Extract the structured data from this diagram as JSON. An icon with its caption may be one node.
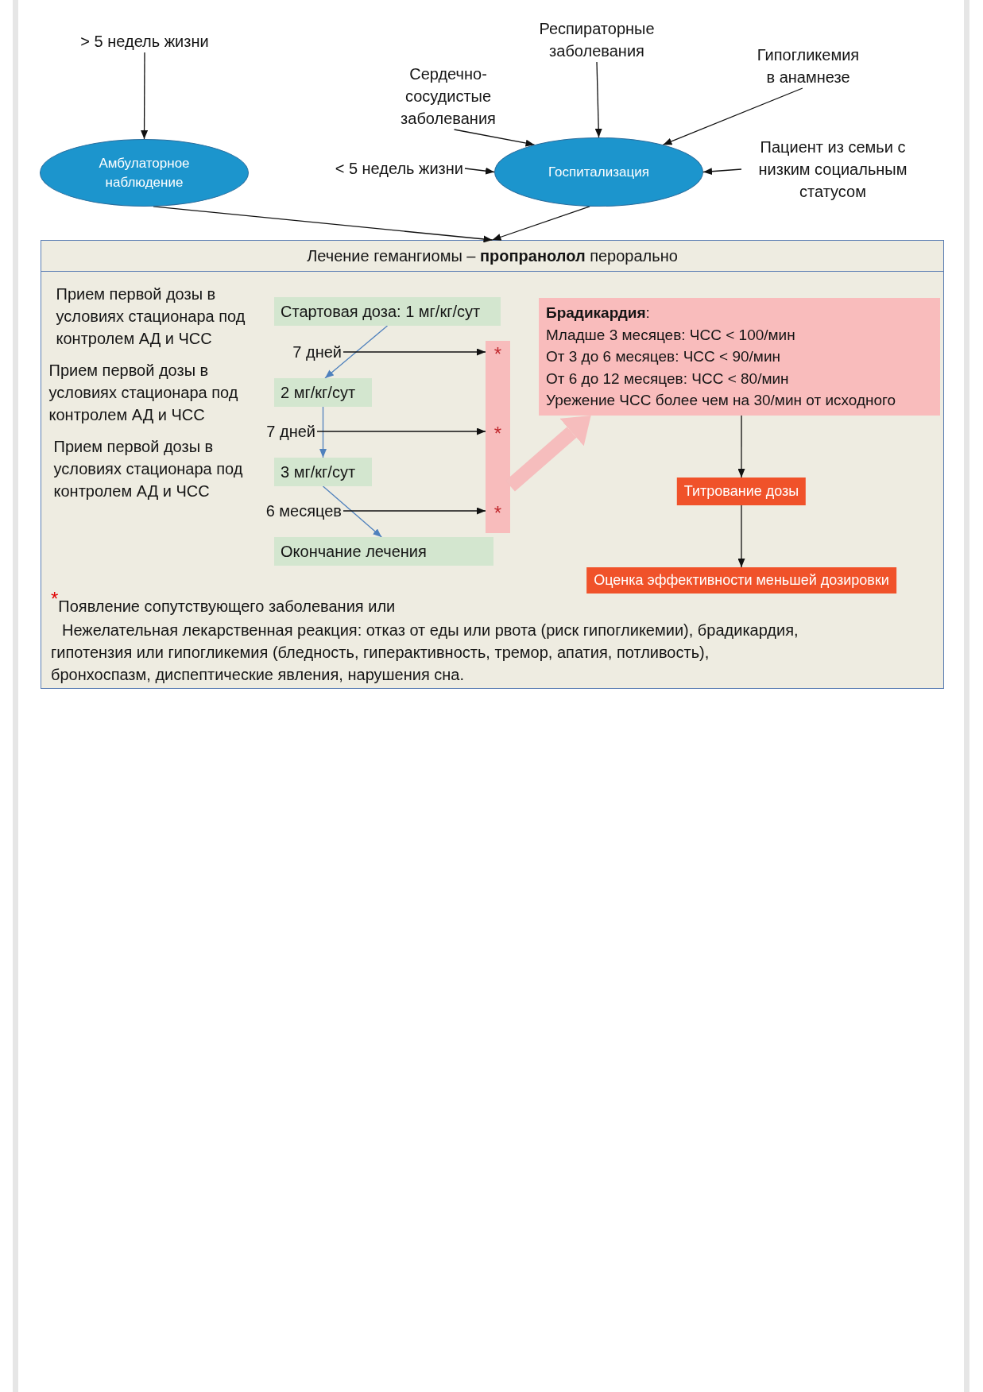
{
  "diagram": {
    "nodes": [
      {
        "text": [
          "> 5 недель жизни"
        ]
      },
      {
        "text": [
          "Респираторные заболевания"
        ]
      },
      {
        "text": [
          "Гипогликемия в анамнезе"
        ]
      },
      {
        "text": [
          "Сердечно-сосудистые заболевания"
        ]
      },
      {
        "text": [
          "Амбулаторное наблюдение"
        ]
      },
      {
        "text": [
          "< 5 недель жизни"
        ]
      },
      {
        "text": [
          "Госпитализация"
        ]
      },
      {
        "text": [
          "Пациент из семьи с низким социальным статусом"
        ]
      },
      {
        "text": [
          "Лечение гемангиомы – **пропранолол** перорально"
        ]
      },
      {
        "text": [
          "Стартовая доза: 1 мг/кг/сут"
        ],
        "in": 8
      },
      {
        "text": [
          "7 дней"
        ],
        "in": 8
      },
      {
        "text": [
          "2 мг/кг/сут"
        ],
        "in": 8
      },
      {
        "text": [
          "7 дней"
        ],
        "in": 8
      },
      {
        "text": [
          "3 мг/кг/сут"
        ],
        "in": 8
      },
      {
        "text": [
          "6 месяцев"
        ],
        "in": 8
      },
      {
        "text": [
          "Окончание лечения"
        ],
        "in": 8
      },
      {
        "text": [],
        "shape": "bar",
        "in": 8
      },
      {
        "text": [
          "*"
        ],
        "in": 16
      },
      {
        "text": [
          "*"
        ],
        "in": 16
      },
      {
        "text": [
          "*"
        ],
        "in": 16
      },
      {
        "text": [
          "**Брадикардия**:",
          "Младше 3 месяцев: ЧСС < 100/мин",
          "От 3 до 6 месяцев: ЧСС < 90/мин",
          "От 6 до 12 месяцев: ЧСС < 80/мин",
          "Урежение ЧСС более чем на 30/мин от исходного"
        ],
        "in": 8
      },
      {
        "text": [
          "Титрование дозы"
        ],
        "in": 8
      },
      {
        "text": [
          "Оценка эффективности меньшей дозировки"
        ],
        "in": 8
      }
    ],
    "edges": [
      {
        "from": 0,
        "to": 4,
        "arrow": "to"
      },
      {
        "from": 5,
        "to": 6,
        "arrow": "to"
      },
      {
        "from": 3,
        "to": 6,
        "arrow": "to"
      },
      {
        "from": 1,
        "to": 6,
        "arrow": "to"
      },
      {
        "from": 2,
        "to": 6,
        "arrow": "to"
      },
      {
        "from": 7,
        "to": 6,
        "arrow": "to"
      },
      {
        "from": 4,
        "to": 8,
        "arrow": "to"
      },
      {
        "from": 6,
        "to": 8,
        "arrow": "to"
      },
      {
        "from": 9,
        "to": 11,
        "arrow": "to",
        "color": "#4f81bd"
      },
      {
        "from": 11,
        "to": 13,
        "arrow": "to",
        "color": "#4f81bd"
      },
      {
        "from": 13,
        "to": 15,
        "arrow": "to",
        "color": "#4f81bd"
      },
      {
        "from": 10,
        "to": 17,
        "arrow": "to"
      },
      {
        "from": 12,
        "to": 18,
        "arrow": "to"
      },
      {
        "from": 14,
        "to": 19,
        "arrow": "to"
      },
      {
        "from": 16,
        "to": 20,
        "arrow": "to",
        "style": "thick",
        "color": "#f6bdbd"
      },
      {
        "from": 20,
        "to": 21,
        "arrow": "to"
      },
      {
        "from": 21,
        "to": 22,
        "arrow": "to"
      }
    ],
    "labels": [
      "Прием первой дозы в условиях стационара под контролем АД и ЧСС",
      "Прием первой дозы в условиях стационара под контролем АД и ЧСС",
      "Прием первой дозы в условиях стационара под контролем АД и ЧСС",
      "$^{*}$Появление сопутствующего заболевания или",
      "Нежелательная лекарственная реакция: отказ от еды или рвота (риск гипогликемии), брадикардия, гипотензия или гипогликемия (бледность, гиперактивность, тремор, апатия, потливость), бронхоспазм, диспептические явления, нарушения сна."
    ]
  }
}
